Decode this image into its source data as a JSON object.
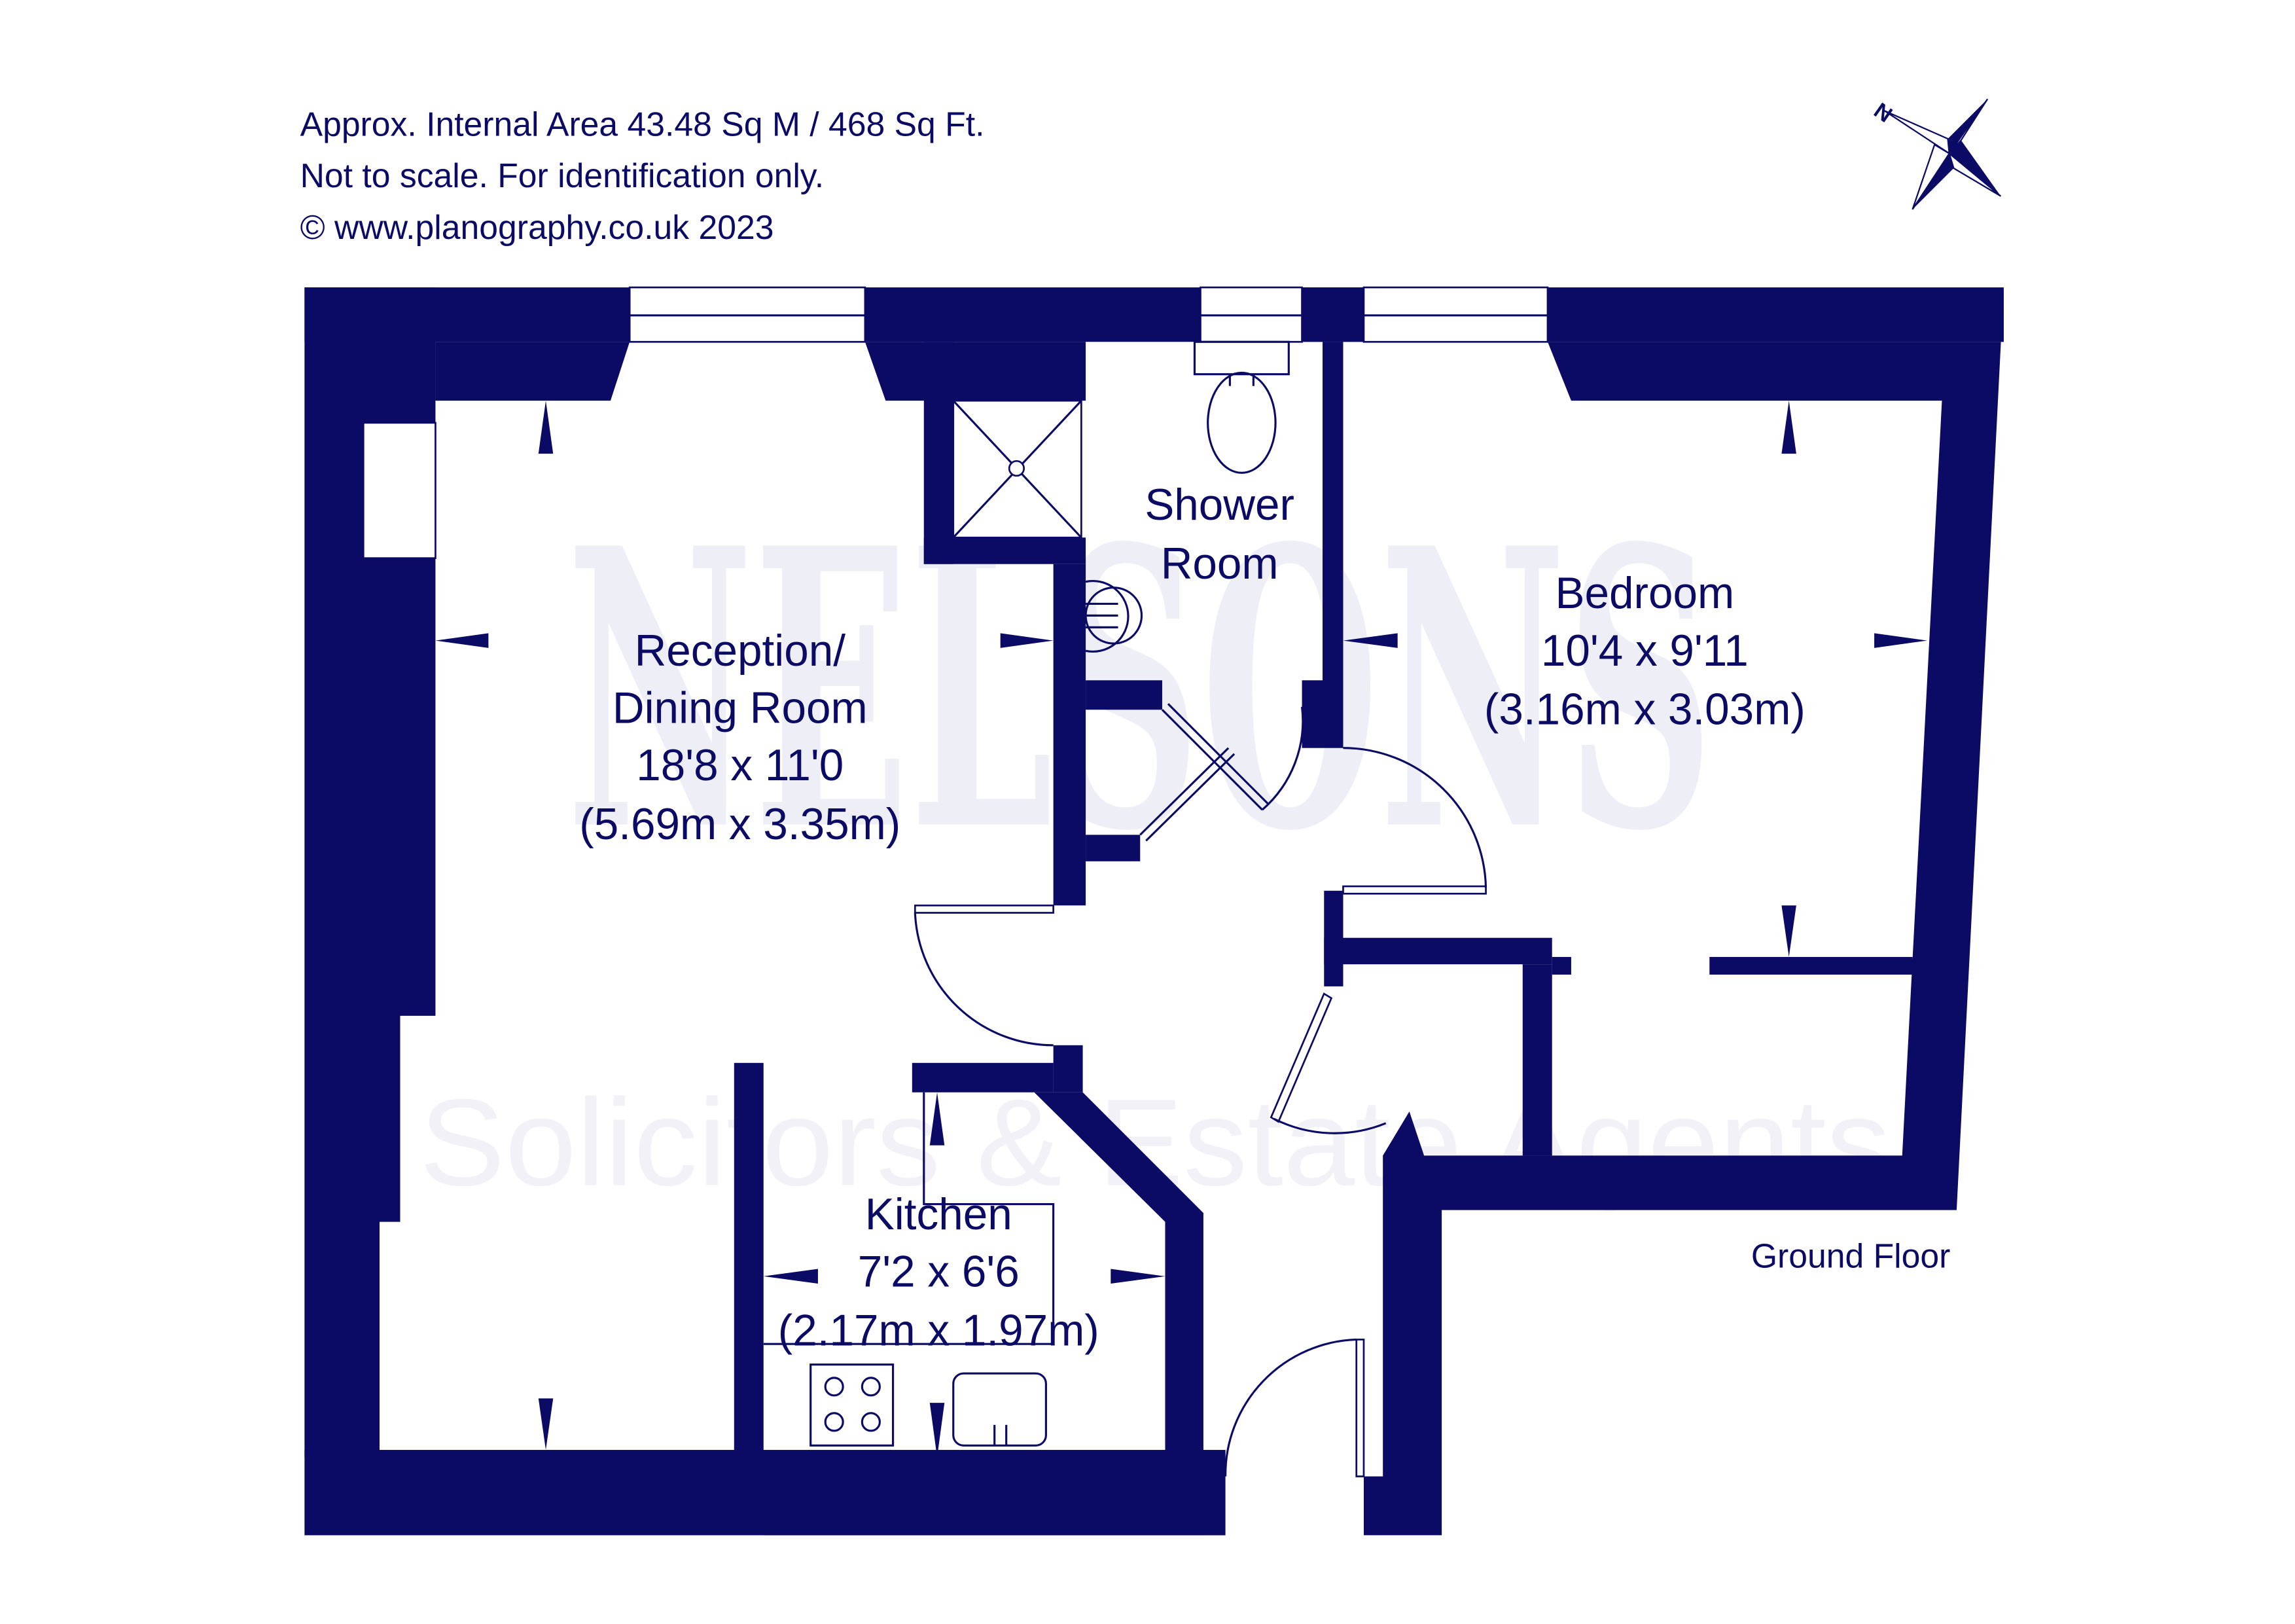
{
  "header": {
    "area_line": "Approx. Internal Area 43.48 Sq M / 468 Sq Ft.",
    "scale_line": "Not to scale. For identification only.",
    "copyright_line": "© www.planography.co.uk 2023"
  },
  "compass": {
    "north_label": "N"
  },
  "watermark": {
    "brand": "NELSONS",
    "tagline": "Solicitors & Estate Agents"
  },
  "rooms": {
    "reception": {
      "name_line1": "Reception/",
      "name_line2": "Dining Room",
      "imperial": "18'8 x 11'0",
      "metric": "(5.69m x 3.35m)"
    },
    "shower": {
      "name_line1": "Shower",
      "name_line2": "Room"
    },
    "bedroom": {
      "name": "Bedroom",
      "imperial": "10'4 x 9'11",
      "metric": "(3.16m x 3.03m)"
    },
    "kitchen": {
      "name": "Kitchen",
      "imperial": "7'2 x 6'6",
      "metric": "(2.17m x 1.97m)"
    }
  },
  "floor_label": "Ground Floor",
  "colors": {
    "ink": "#0b0b66",
    "watermark": "#eeeef6"
  }
}
